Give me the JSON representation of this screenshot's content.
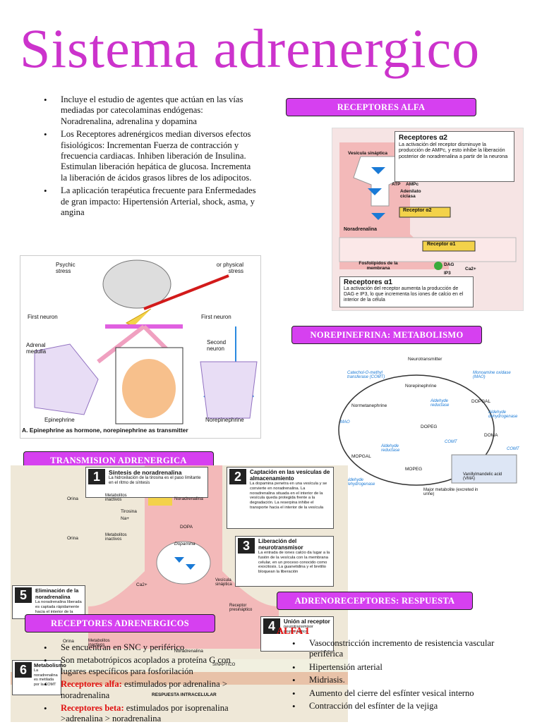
{
  "title": "Sistema adrenergico",
  "intro_bullets": [
    "Incluye el estudio de agentes que actúan en las vías mediadas por catecolaminas endógenas: Noradrenalina, adrenalina y dopamina",
    "Los Receptores adrenérgicos median diversos efectos fisiológicos: Incrementan Fuerza de contracción y frecuencia cardiacas. Inhiben liberación de Insulina. Estimulan liberación hepática de glucosa. Incrementa la liberación de ácidos grasos libres de los adipocitos.",
    "La aplicación terapéutica frecuente para Enfermedades de gran impacto: Hipertensión Arterial, shock, asma, y angina"
  ],
  "labels": {
    "receptores_alfa": "RECEPTORES ALFA",
    "norepinefrina": "NOREPINEFRINA: METABOLISMO",
    "transmision": "TRANSMISION ADRENERGICA",
    "adrenoreceptores": "ADRENORECEPTORES: RESPUESTA",
    "receptores_adrenergicos": "RECEPTORES ADRENERGICOS"
  },
  "stress_figure": {
    "psychic": "Psychic stress",
    "physical": "or physical stress",
    "first_neuron_left": "First neuron",
    "first_neuron_right": "First neuron",
    "adrenal": "Adrenal medulla",
    "second_neuron": "Second neuron",
    "epinephrine": "Epinephrine",
    "norepinephrine": "Norepinephrine",
    "caption": "A. Epinephrine as hormone, norepinephrine as transmitter"
  },
  "alfa_figure": {
    "alpha2_title": "Receptores α2",
    "alpha2_text": "La activación del receptor disminuye la producción de AMPc, y esto inhibe la liberación posterior de noradrenalina a partir de la neurona",
    "vesicula": "Vesícula sináptica",
    "atp": "ATP",
    "ampc": "AMPc",
    "adenilato": "Adenilato ciclasa",
    "receptor_a2": "Receptor α2",
    "noradrenalina": "Noradrenalina",
    "receptor_a1": "Receptor α1",
    "fosfolipidos": "Fosfolípidos de la membrana",
    "dag": "DAG",
    "ip3": "IP3",
    "ca": "Ca2+",
    "alpha1_title": "Receptores α1",
    "alpha1_text": "La activación del receptor aumenta la producción de DAG e IP3, lo que incrementa los iones de calcio en el interior de la célula"
  },
  "metab_figure": {
    "neurotransmitter": "Neurotransmitter",
    "comt": "Catechol-O-methyl transferase (COMT)",
    "mao": "Monoamine oxidase (MAO)",
    "norepinephrine": "Norepinephrine",
    "normetanephrine": "Normetanephrine",
    "dopgal": "DOPGAL",
    "aldehyde_reductase": "Aldehyde reductase",
    "aldehyde_dehydrogenase": "Aldehyde dehydrogenase",
    "mao2": "MAO",
    "dopeg": "DOPEG",
    "doma": "DOMA",
    "comt2": "COMT",
    "comt3": "COMT",
    "mopgal": "MOPGAL",
    "aldehyde_reductase2": "Aldehyde reductase",
    "mopeg": "MOPEG",
    "vma": "Vanillylmandelic acid (VMA)",
    "aldehyde_dehydrogenase2": "Aldehyde dehydrogenase",
    "major": "Major metabolite (excreted in urine)"
  },
  "trans_figure": {
    "s1_num": "1",
    "s1_title": "Síntesis de noradrenalina",
    "s1_text": "La hidroxilación de la tirosina es el paso limitante en el ritmo de síntesis",
    "s2_num": "2",
    "s2_title": "Captación en las vesículas de almacenamiento",
    "s2_text": "La dopamina penetra en una vesícula y se convierte en noradrenalina. La noradrenalina situada en el interior de la vesícula queda protegida frente a la degradación. La reserpina inhibe el transporte hacia el interior de la vesícula",
    "s3_num": "3",
    "s3_title": "Liberación del neurotransmisor",
    "s3_text": "La entrada de iones calcio da lugar a la fusión de la vesícula con la membrana celular, en un proceso conocido como exocitosis. La guanetidina y el bretilio bloquean la liberación",
    "s4_num": "4",
    "s4_title": "Unión al receptor",
    "s4_text": "neurotransmisor postsináptico",
    "s5_num": "5",
    "s5_title": "Eliminación de la noradrenalina",
    "s5_text": "La noradrenalina liberada es captada rápidamente hacia el interior de la neurona",
    "s6_num": "6",
    "s6_title": "Metabolismo",
    "s6_text": "La noradrenalina es metilada por la COMT",
    "orina1": "Orina",
    "metabolitos1": "Metabolitos inactivos",
    "tirosina": "Tirosina",
    "na": "Na+",
    "dopa": "DOPA",
    "dopamina": "Dopamina",
    "noradrenalina": "Noradrenalina",
    "orina2": "Orina",
    "metabolitos2": "Metabolitos inactivos",
    "ca": "Ca2+",
    "vesicula": "Vesícula sináptica",
    "receptor_pre": "Receptor presináptico",
    "orina3": "Orina",
    "noradrenalina2": "Noradrenalina",
    "metabolitos3": "Metabolitos inactivos",
    "respuesta": "RESPUESTA INTRACELULAR",
    "sinaptico": "SINÁPTICO"
  },
  "receptores_bullets": [
    {
      "prefix": "",
      "text": "Se encuentran en SNC y periférico"
    },
    {
      "prefix": "",
      "text": "Son metabotrópicos acoplados a proteína G con lugares específicos para fosforilación"
    },
    {
      "prefix": "Receptores alfa:",
      "text": " estimulados por adrenalina > noradrenalina"
    },
    {
      "prefix": "Receptores beta:",
      "text": " estimulados por isoprenalina >adrenalina > noradrenalina"
    }
  ],
  "respuesta": {
    "alfa1": "ALFA 1",
    "items": [
      "Vasoconstricción incremento de resistencia vascular periférica",
      "Hipertensión arterial",
      "Midriasis.",
      "Aumento del cierre del esfínter vesical interno",
      "Contracción del esfínter de la vejiga"
    ]
  }
}
